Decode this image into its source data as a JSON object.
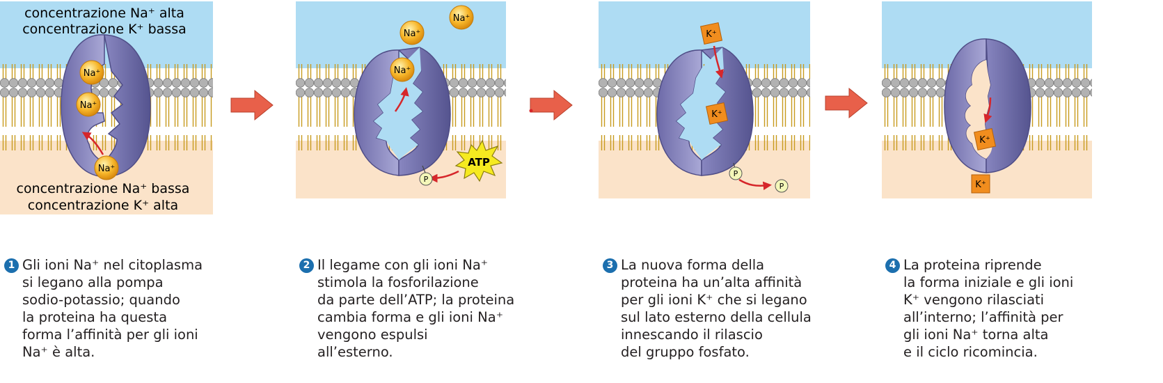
{
  "panel1": {
    "top_label_1": "concentrazione Na⁺ alta",
    "top_label_2": "concentrazione K⁺ bassa",
    "bottom_label_1": "concentrazione Na⁺ bassa",
    "bottom_label_2": "concentrazione K⁺ alta",
    "ion_na": "Na⁺"
  },
  "panel2": {
    "ion_na": "Na⁺",
    "atp": "ATP",
    "phosphate": "P"
  },
  "panel3": {
    "ion_k": "K⁺",
    "phosphate": "P"
  },
  "panel4": {
    "ion_k": "K⁺"
  },
  "captions": [
    {
      "number": "1",
      "lines": [
        "Gli ioni Na⁺ nel citoplasma",
        "si legano alla pompa",
        "sodio-potassio; quando",
        "la proteina ha questa",
        "forma l’affinità per gli ioni",
        "Na⁺ è alta."
      ]
    },
    {
      "number": "2",
      "lines": [
        "Il legame con gli ioni Na⁺",
        "stimola la fosforilazione",
        "da parte dell’ATP; la proteina",
        "cambia forma e gli ioni Na⁺",
        "vengono espulsi",
        "all’esterno."
      ]
    },
    {
      "number": "3",
      "lines": [
        "La nuova forma della",
        "proteina ha un’alta affinità",
        "per gli ioni K⁺ che si legano",
        "sul lato esterno della cellula",
        "innescando il rilascio",
        "del gruppo fosfato."
      ]
    },
    {
      "number": "4",
      "lines": [
        "La proteina riprende",
        "la forma iniziale e gli ioni",
        "K⁺ vengono rilasciati",
        "all’interno; l’affinità per",
        "gli ioni Na⁺ torna alta",
        "e il ciclo ricomincia."
      ]
    }
  ],
  "colors": {
    "extracellular": "#aedcf3",
    "cytoplasm": "#fbe3c9",
    "protein": "#8b89bf",
    "protein_dark": "#5a5a96",
    "sodium_ion": "#f2a619",
    "potassium_ion": "#f18d1e",
    "arrow": "#e8604a",
    "caption_number": "#1c6fae"
  }
}
